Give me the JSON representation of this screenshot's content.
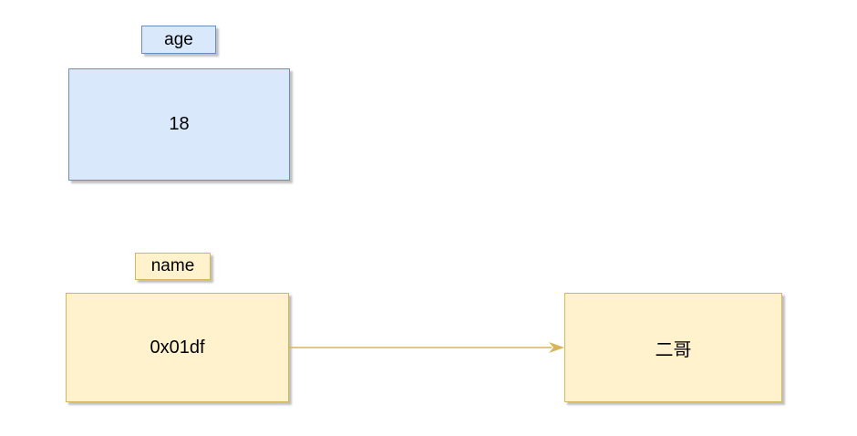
{
  "diagram": {
    "age": {
      "label": "age",
      "value": "18"
    },
    "name": {
      "label": "name",
      "pointer_value": "0x01df",
      "target_value": "二哥"
    }
  },
  "colors": {
    "blue_fill": "#dae8fc",
    "blue_stroke": "#6c8ebf",
    "yellow_fill": "#fff2cc",
    "yellow_stroke": "#d6b656",
    "arrow": "#d6b656",
    "text": "#000000",
    "background": "#ffffff"
  },
  "icons": {
    "arrow": "right-arrow-icon"
  }
}
